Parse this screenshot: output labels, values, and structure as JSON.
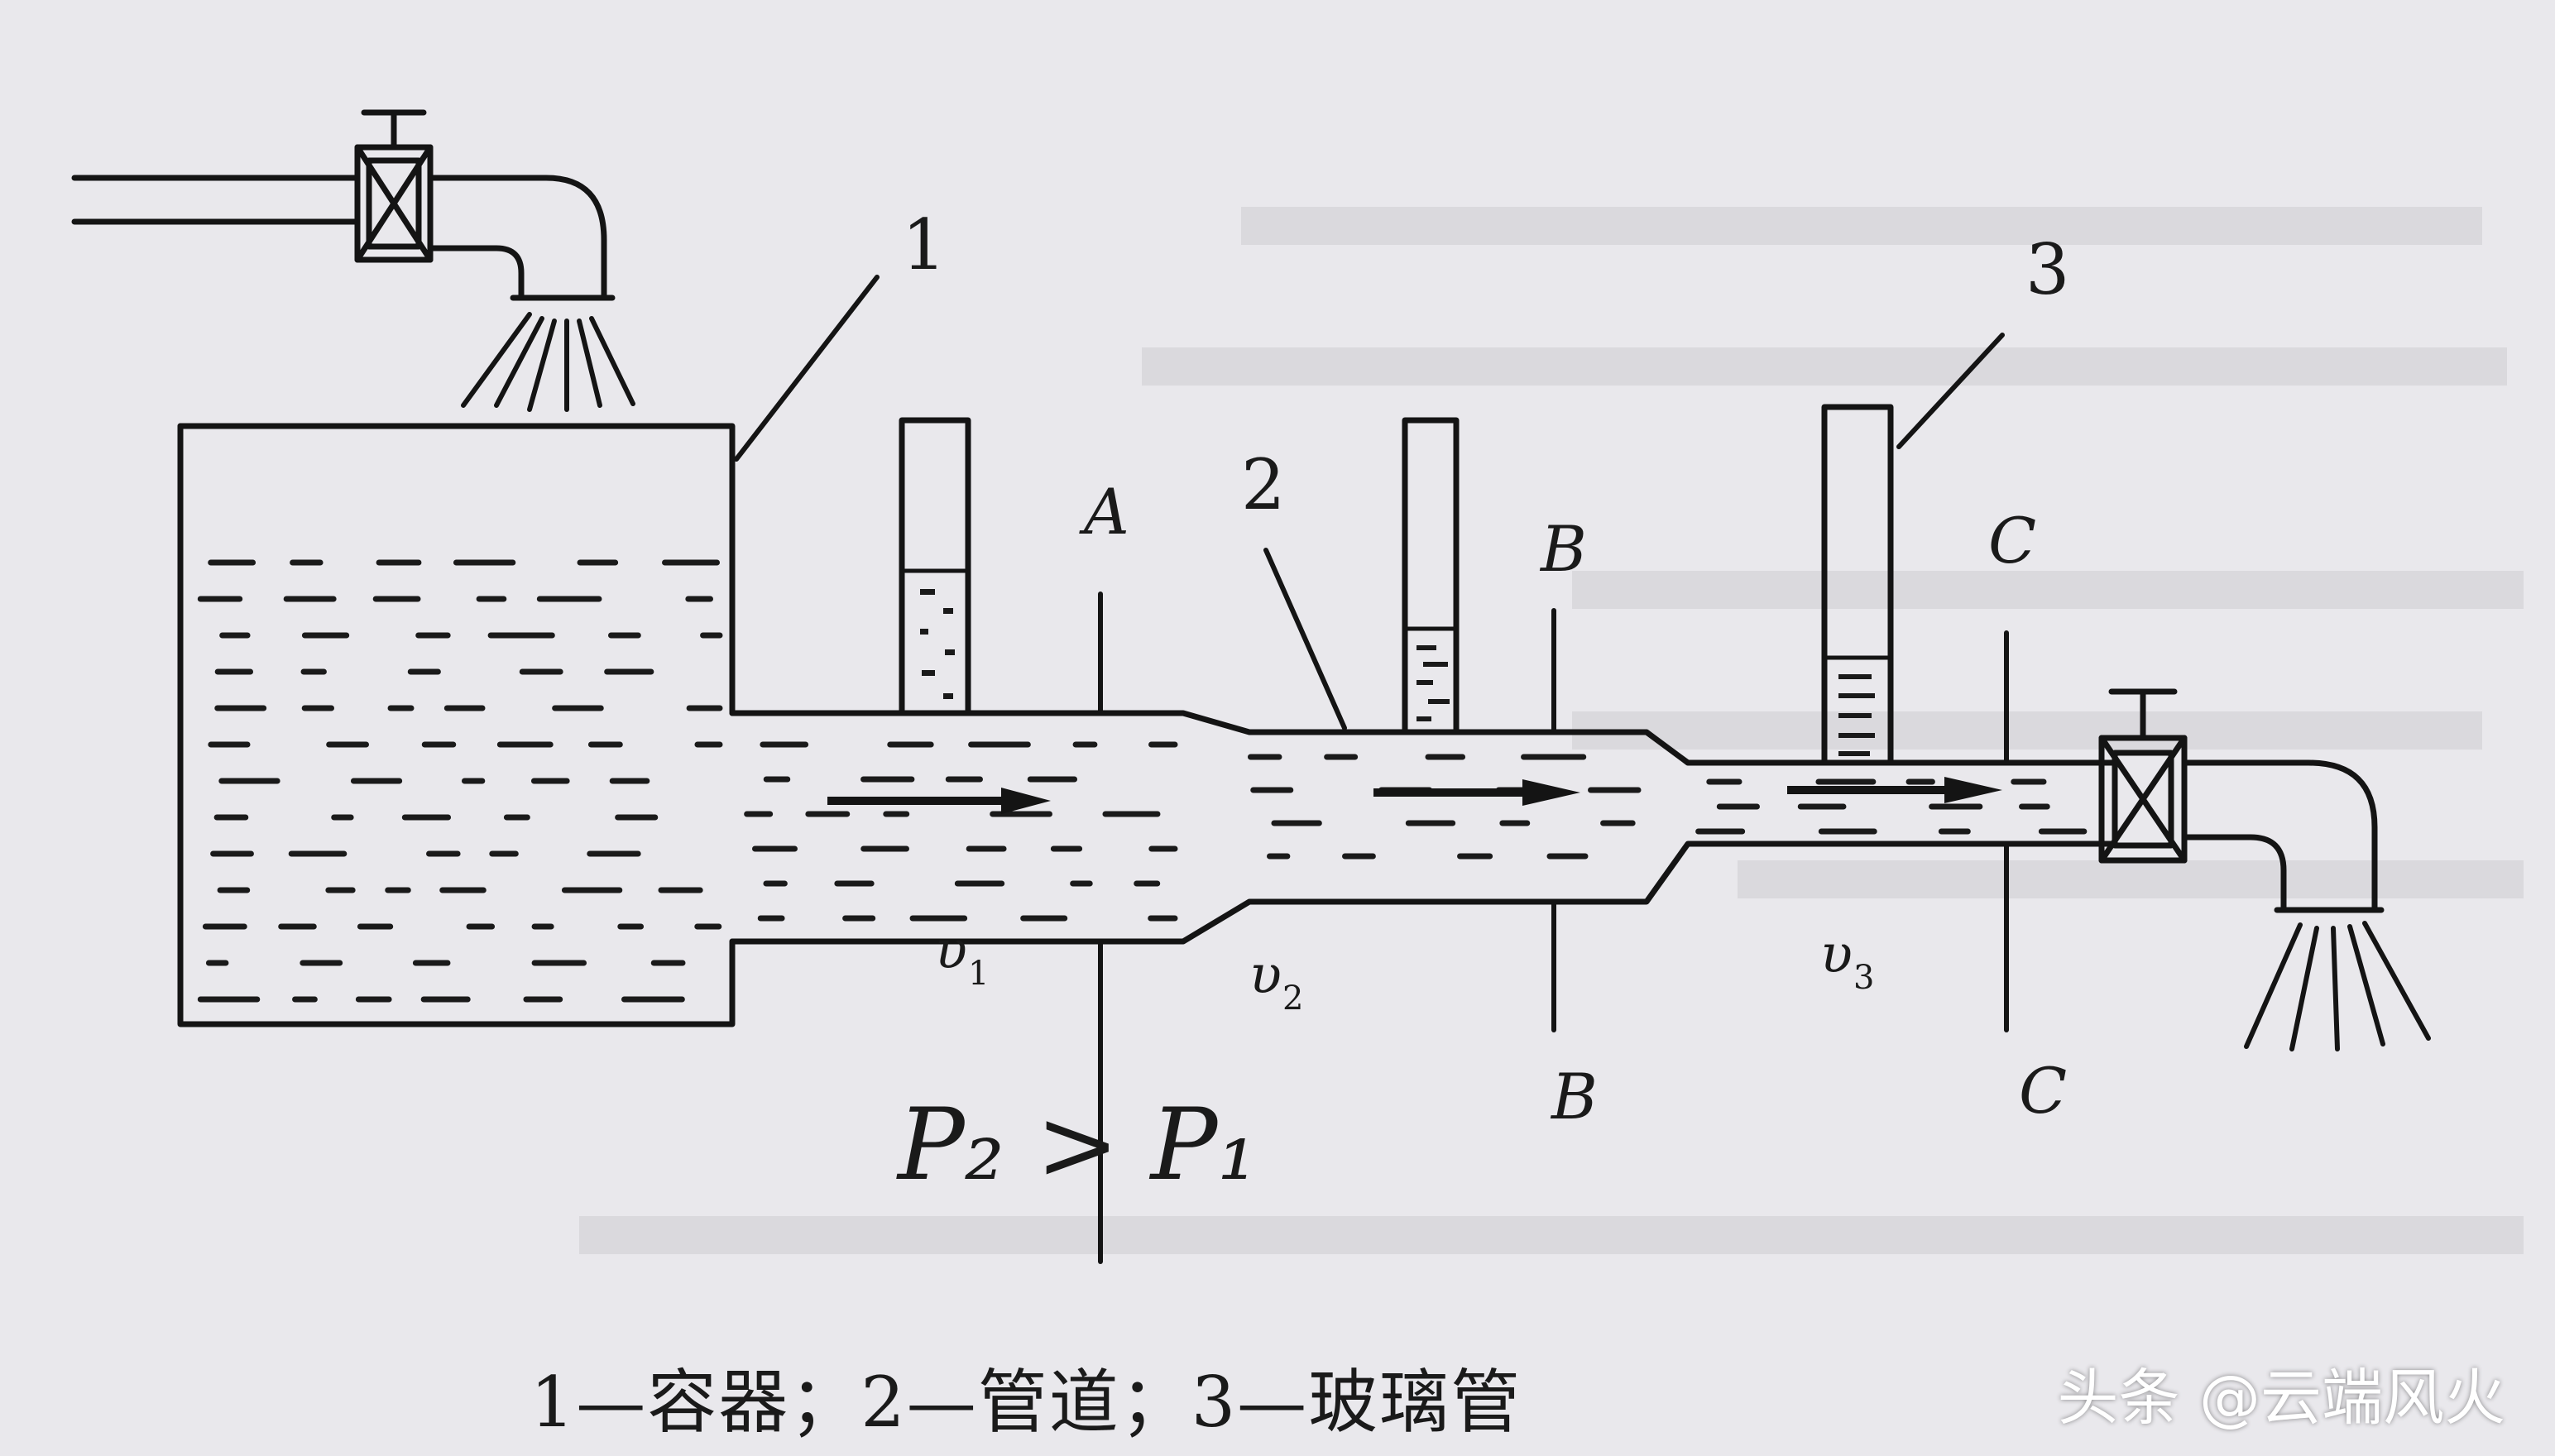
{
  "labels": {
    "part_1": "1",
    "part_2": "2",
    "part_3": "3",
    "section_a_top": "A",
    "section_b_top": "B",
    "section_b_bottom": "B",
    "section_c_top": "C",
    "section_c_bottom": "C",
    "v1": "υ",
    "v1_sub": "1",
    "v2": "υ",
    "v2_sub": "2",
    "v3": "υ",
    "v3_sub": "3",
    "handwritten_note": "P₂ > P₁"
  },
  "caption": "1—容器；2—管道；3—玻璃管",
  "watermark": "头条 @云端风火"
}
